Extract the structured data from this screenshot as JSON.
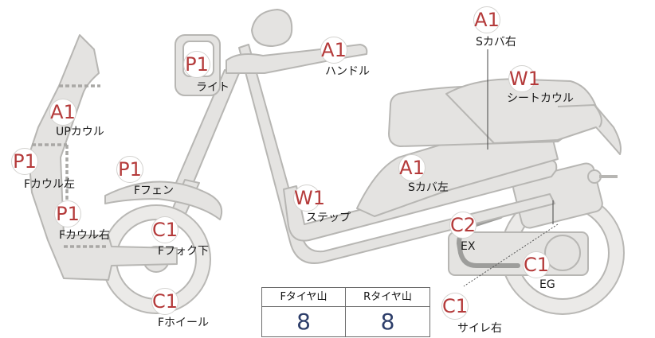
{
  "parts": [
    {
      "id": "s-cover-right",
      "grade": "A1",
      "label": "Sカバ右"
    },
    {
      "id": "headlight",
      "grade": "P1",
      "label": "ライト"
    },
    {
      "id": "handle",
      "grade": "A1",
      "label": "ハンドル"
    },
    {
      "id": "seat-cowl",
      "grade": "W1",
      "label": "シートカウル"
    },
    {
      "id": "up-cowl",
      "grade": "A1",
      "label": "UPカウル"
    },
    {
      "id": "front-cowl-left",
      "grade": "P1",
      "label": "Fカウル左"
    },
    {
      "id": "front-fender",
      "grade": "P1",
      "label": "Fフェン"
    },
    {
      "id": "s-cover-left",
      "grade": "A1",
      "label": "Sカバ左"
    },
    {
      "id": "step",
      "grade": "W1",
      "label": "ステップ"
    },
    {
      "id": "front-cowl-right",
      "grade": "P1",
      "label": "Fカウル右"
    },
    {
      "id": "exhaust",
      "grade": "C2",
      "label": "EX"
    },
    {
      "id": "front-fork-lower",
      "grade": "C1",
      "label": "Fフォク下"
    },
    {
      "id": "engine",
      "grade": "C1",
      "label": "EG"
    },
    {
      "id": "front-wheel",
      "grade": "C1",
      "label": "Fホイール"
    },
    {
      "id": "muffler-right",
      "grade": "C1",
      "label": "サイレ右"
    }
  ],
  "tire_tread": {
    "front_label": "Fタイヤ山",
    "rear_label": "Rタイヤ山",
    "front_value": "8",
    "rear_value": "8"
  },
  "colors": {
    "grade_text": "#b43a3a",
    "tread_value": "#2d3e6a",
    "body_fill": "#e4e3e1",
    "body_stroke": "#b7b6b3"
  }
}
